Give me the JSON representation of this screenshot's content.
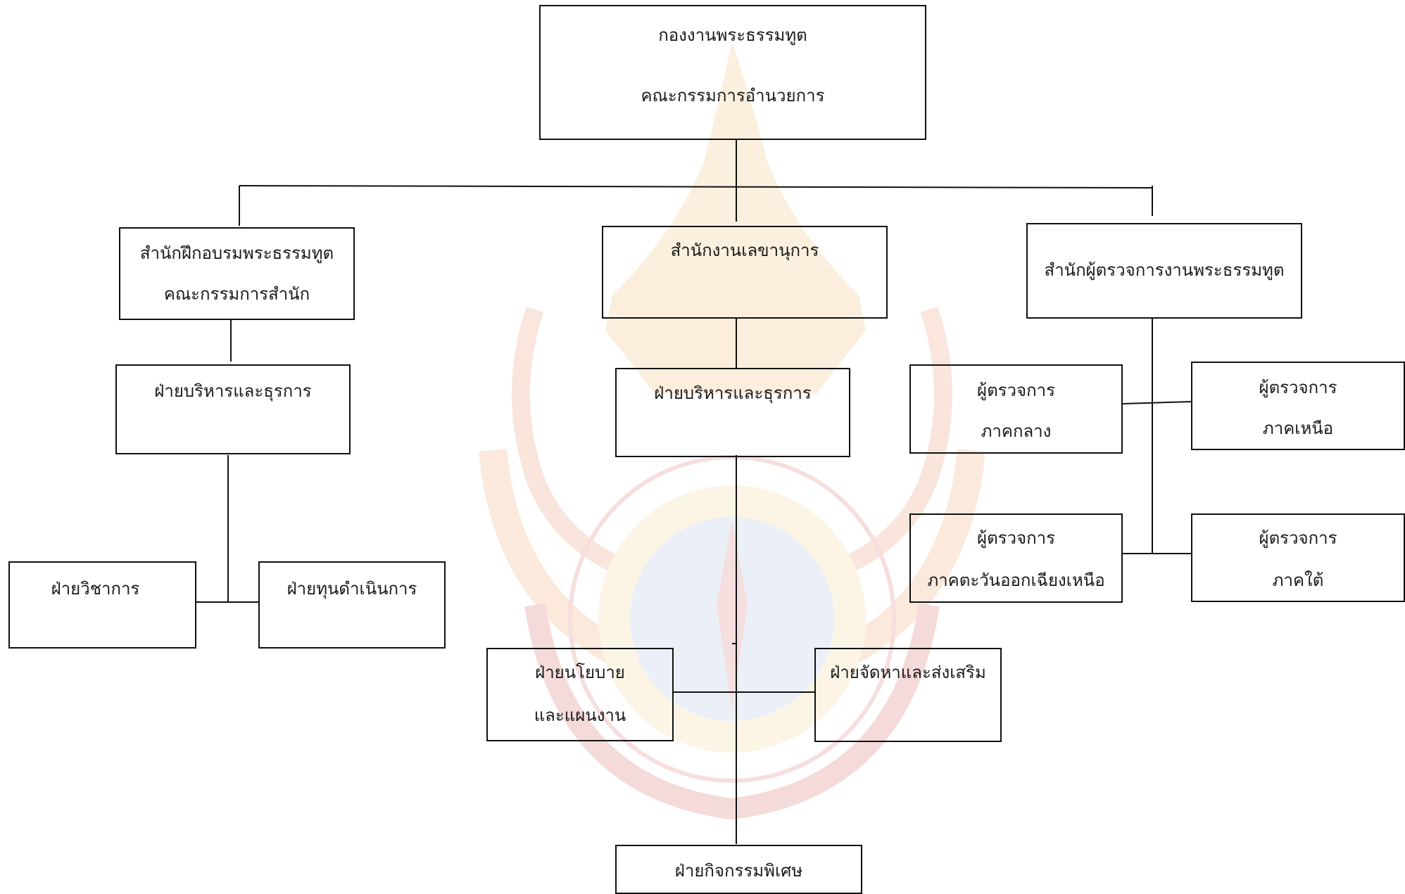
{
  "chart": {
    "root": {
      "line1": "กองงานพระธรรมทูต",
      "line2": "คณะกรรมการอำนวยการ"
    },
    "training_office": {
      "line1": "สำนักฝึกอบรมพระธรรมทูต",
      "line2": "คณะกรรมการสำนัก",
      "admin": "ฝ่ายบริหารและธุรการ",
      "academic": "ฝ่ายวิชาการ",
      "fund": "ฝ่ายทุนดำเนินการ"
    },
    "secretariat": {
      "title": "สำนักงานเลขานุการ",
      "admin": "ฝ่ายบริหารและธุรการ",
      "policy_line1": "ฝ่ายนโยบาย",
      "policy_line2": "และแผนงาน",
      "procure": "ฝ่ายจัดหาและส่งเสริม",
      "special": "ฝ่ายกิจกรรมพิเศษ"
    },
    "inspector_office": {
      "title": "สำนักผู้ตรวจการงานพระธรรมทูต",
      "central": {
        "line1": "ผู้ตรวจการ",
        "line2": "ภาคกลาง"
      },
      "north": {
        "line1": "ผู้ตรวจการ",
        "line2": "ภาคเหนือ"
      },
      "northeast": {
        "line1": "ผู้ตรวจการ",
        "line2": "ภาคตะวันออกเฉียงเหนือ"
      },
      "south": {
        "line1": "ผู้ตรวจการ",
        "line2": "ภาคใต้"
      }
    }
  }
}
